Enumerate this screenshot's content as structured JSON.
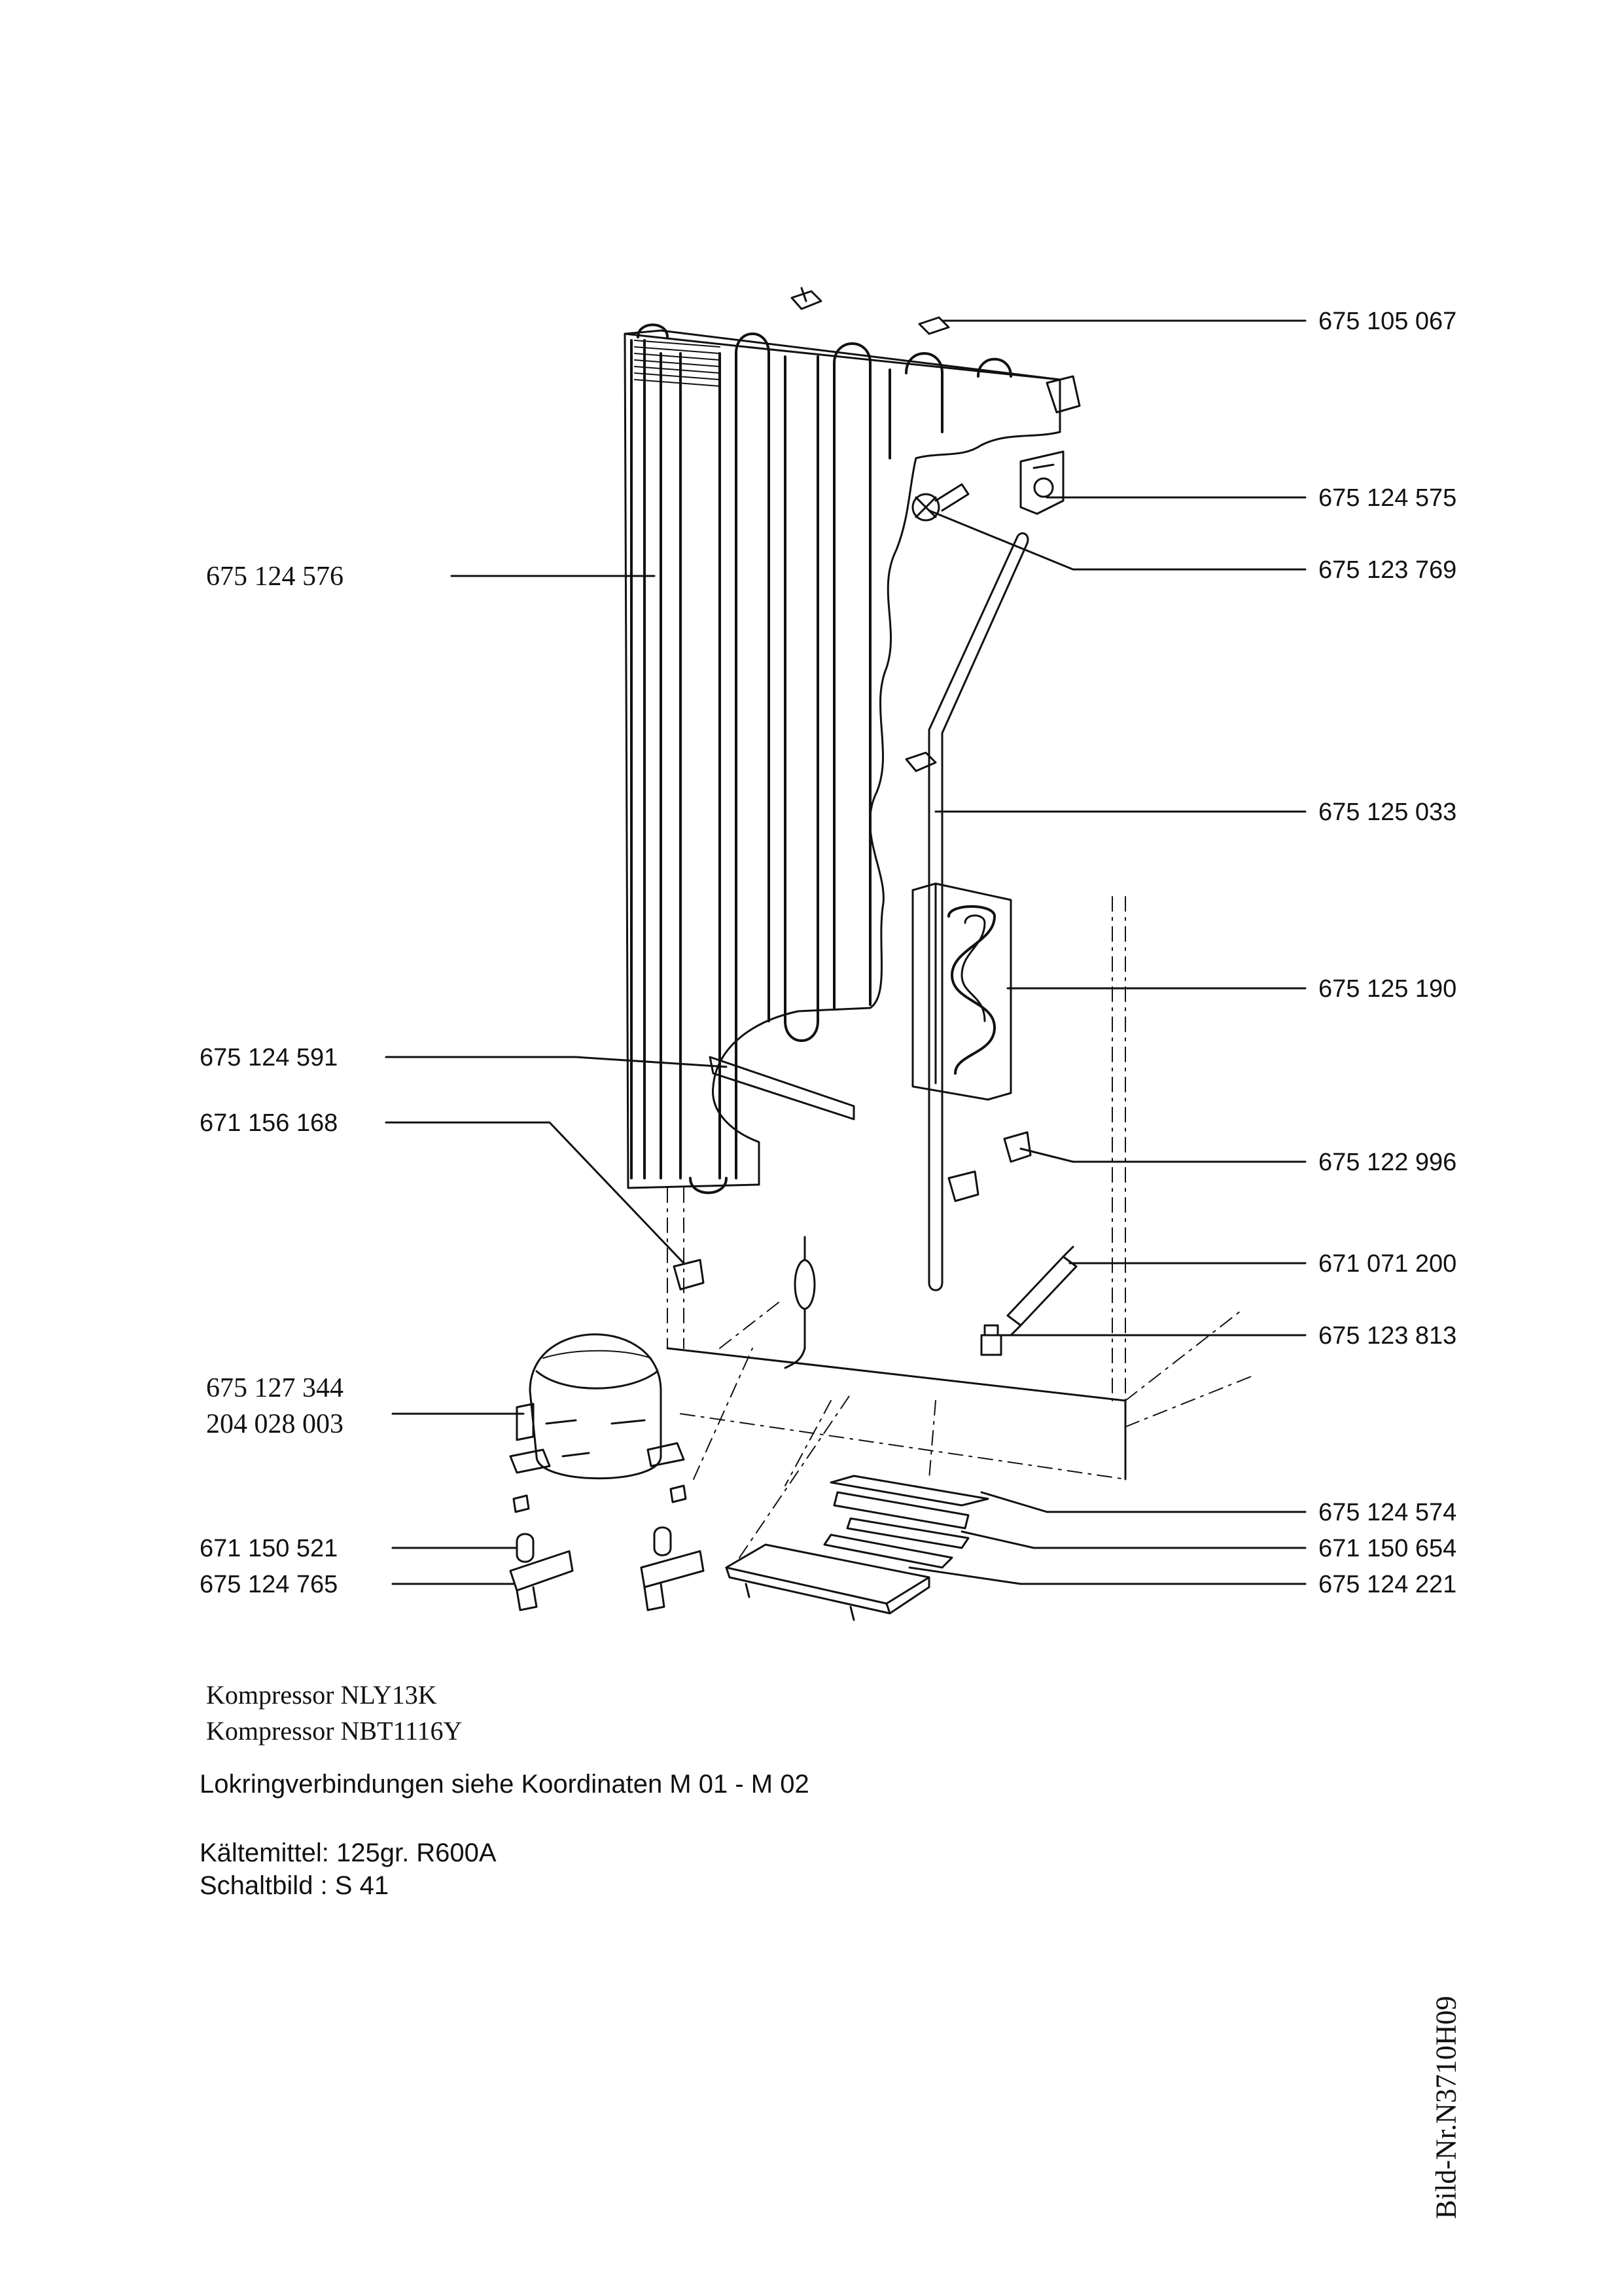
{
  "parts": [
    {
      "id": "p1",
      "number": "675 105 067"
    },
    {
      "id": "p2",
      "number": "675 124 575"
    },
    {
      "id": "p3",
      "number": "675 123 769"
    },
    {
      "id": "p4",
      "number": "675 124 576"
    },
    {
      "id": "p5",
      "number": "675 125 033"
    },
    {
      "id": "p6",
      "number": "675 125 190"
    },
    {
      "id": "p7",
      "number": "675 124 591"
    },
    {
      "id": "p8",
      "number": "671 156 168"
    },
    {
      "id": "p9",
      "number": "675 122 996"
    },
    {
      "id": "p10",
      "number": "671 071 200"
    },
    {
      "id": "p11",
      "number": "675 123 813"
    },
    {
      "id": "p12",
      "number": "675 127 344"
    },
    {
      "id": "p13",
      "number": "204 028 003"
    },
    {
      "id": "p14",
      "number": "675 124 574"
    },
    {
      "id": "p15",
      "number": "671 150 654"
    },
    {
      "id": "p16",
      "number": "675 124 221"
    },
    {
      "id": "p17",
      "number": "671 150 521"
    },
    {
      "id": "p18",
      "number": "675 124 765"
    }
  ],
  "notes": {
    "compressor_1": "Kompressor NLY13K",
    "compressor_2": "Kompressor NBT1116Y",
    "lokring": "Lokringverbindungen siehe Koordinaten M 01 - M 02",
    "refrigerant": "Kältemittel: 125gr. R600A",
    "wiring": "Schaltbild : S 41"
  },
  "drawing_number": "Bild-Nr.N3710H09"
}
